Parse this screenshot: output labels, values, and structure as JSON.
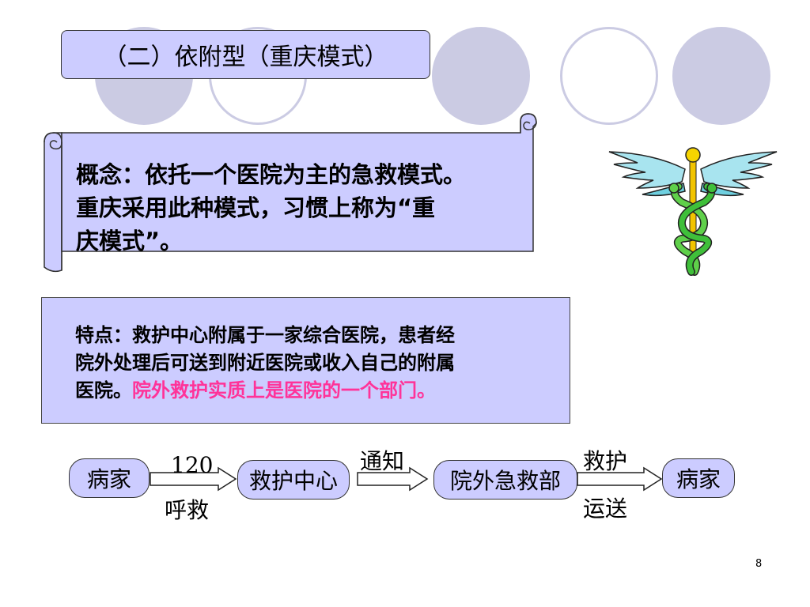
{
  "title": "（二）依附型（重庆模式）",
  "concept": {
    "line1": "概念：依托一个医院为主的急救模式。",
    "line2": "重庆采用此种模式，习惯上称为“重",
    "line3": "庆模式”。"
  },
  "feature": {
    "line1": "特点：救护中心附属于一家综合医院，患者经",
    "line2": "院外处理后可送到附近医院或收入自己的附属",
    "line3_plain": "医院。",
    "line3_highlight": "院外救护实质上是医院的一个部门。",
    "highlight_color": "#ff3399"
  },
  "flow": {
    "nodes": [
      "病家",
      "救护中心",
      "院外急救部",
      "病家"
    ],
    "edge1_top": "120",
    "edge1_bottom": "呼救",
    "edge2_top": "通知",
    "edge3_top": "救护",
    "edge3_bottom": "运送"
  },
  "colors": {
    "box_fill": "#ccccff",
    "circle_fill": "#cbcbe3"
  },
  "caduceus": "caduceus-icon",
  "page_number": "8"
}
